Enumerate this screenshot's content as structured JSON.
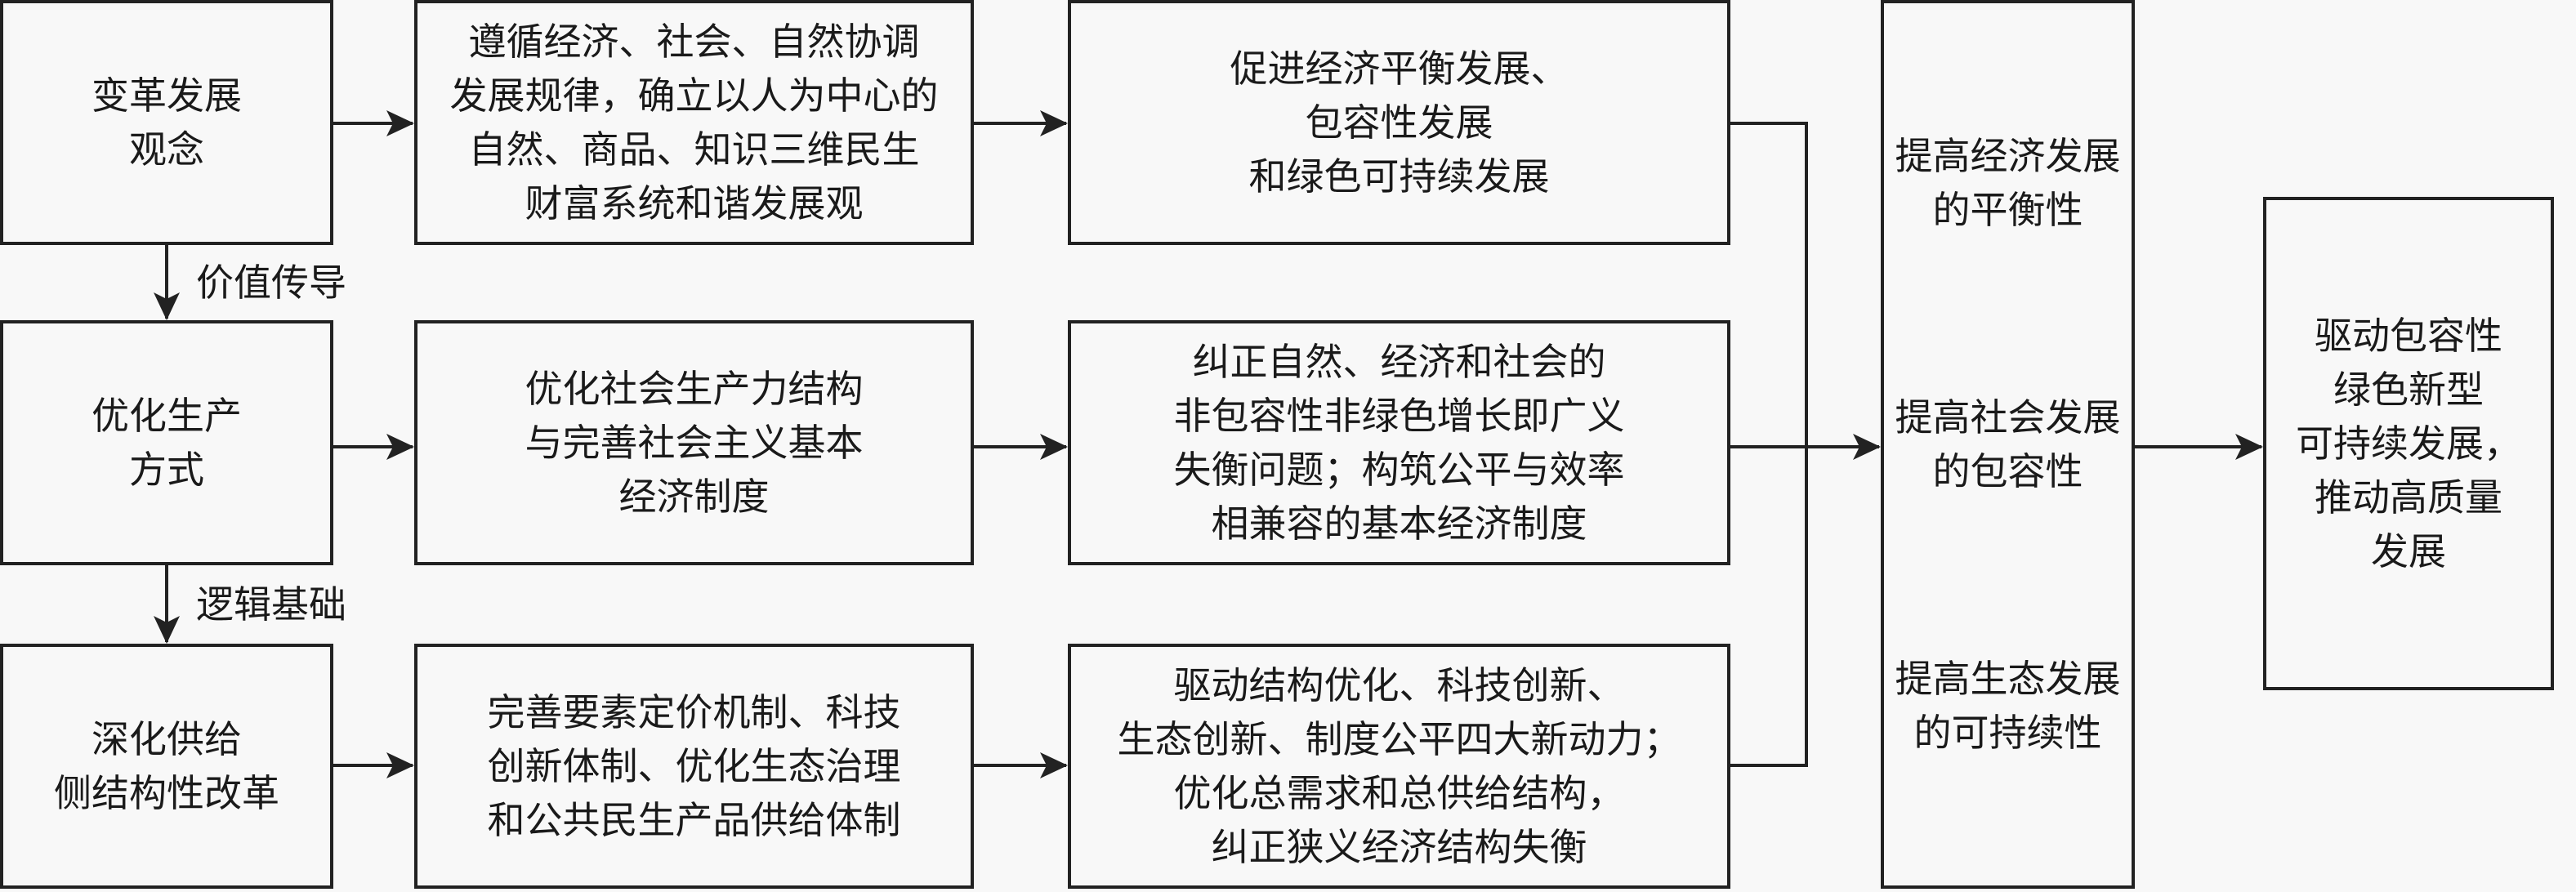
{
  "col1": [
    {
      "lines": [
        "变革发展",
        "观念"
      ]
    },
    {
      "lines": [
        "优化生产",
        "方式"
      ]
    },
    {
      "lines": [
        "深化供给",
        "侧结构性改革"
      ]
    }
  ],
  "col1_links": [
    "价值传导",
    "逻辑基础"
  ],
  "col2": [
    {
      "lines": [
        "遵循经济、社会、自然协调",
        "发展规律，确立以人为中心的",
        "自然、商品、知识三维民生",
        "财富系统和谐发展观"
      ]
    },
    {
      "lines": [
        "优化社会生产力结构",
        "与完善社会主义基本",
        "经济制度"
      ]
    },
    {
      "lines": [
        "完善要素定价机制、科技",
        "创新体制、优化生态治理",
        "和公共民生产品供给体制"
      ]
    }
  ],
  "col3": [
    {
      "lines": [
        "促进经济平衡发展、",
        "包容性发展",
        "和绿色可持续发展"
      ]
    },
    {
      "lines": [
        "纠正自然、经济和社会的",
        "非包容性非绿色增长即广义",
        "失衡问题；构筑公平与效率",
        "相兼容的基本经济制度"
      ]
    },
    {
      "lines": [
        "驱动结构优化、科技创新、",
        "生态创新、制度公平四大新动力；",
        "优化总需求和总供给结构，",
        "纠正狭义经济结构失衡"
      ]
    }
  ],
  "col4": [
    {
      "lines": [
        "提高经济发展",
        "的平衡性"
      ]
    },
    {
      "lines": [
        "提高社会发展",
        "的包容性"
      ]
    },
    {
      "lines": [
        "提高生态发展",
        "的可持续性"
      ]
    }
  ],
  "col5": {
    "lines": [
      "驱动包容性",
      "绿色新型",
      "可持续发展，",
      "推动高质量",
      "发展"
    ]
  }
}
